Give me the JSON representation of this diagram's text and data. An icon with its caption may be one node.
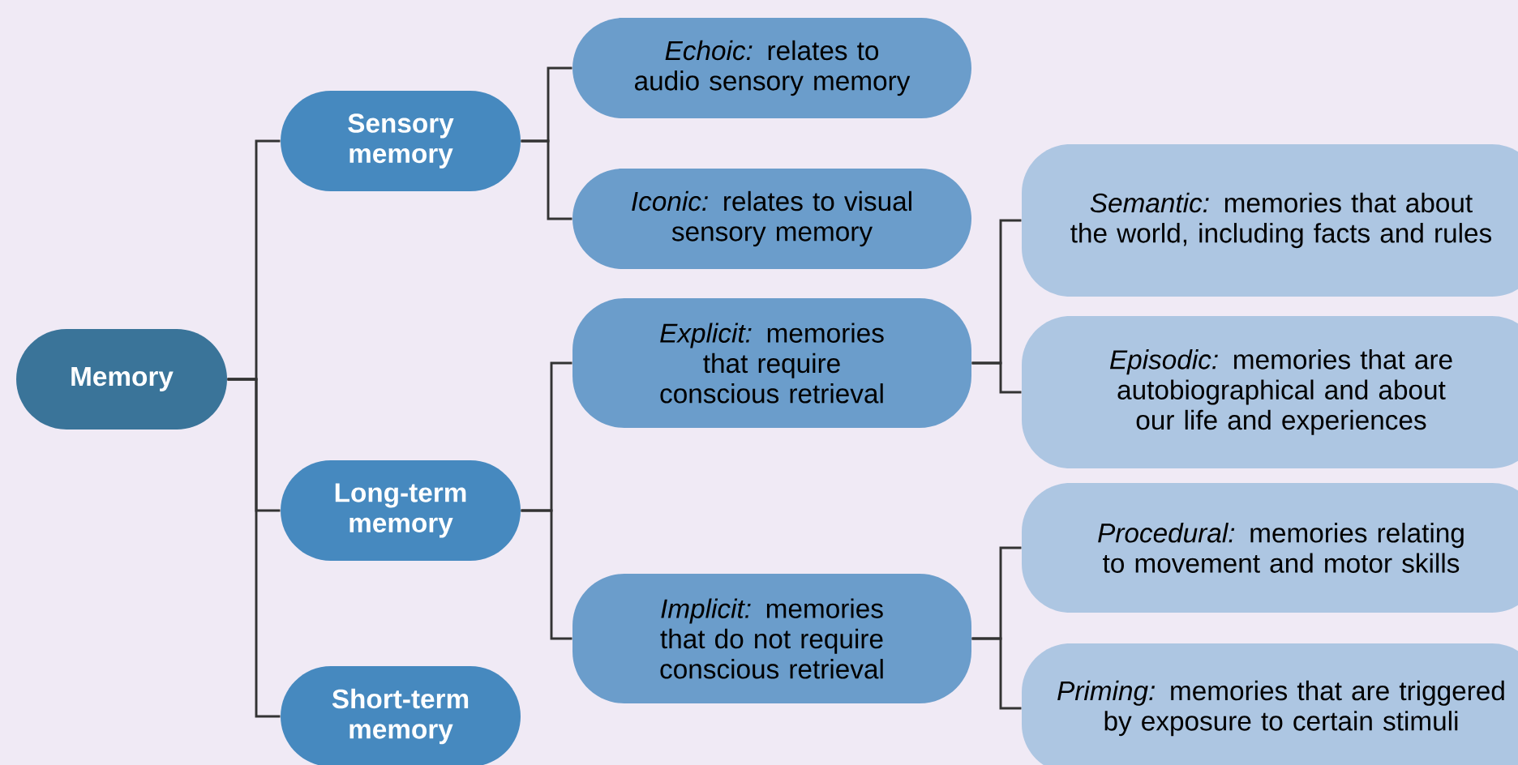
{
  "diagram": {
    "nodes": [
      {
        "text": [
          "Memory"
        ]
      },
      {
        "text": [
          "Sensory memory"
        ]
      },
      {
        "text": [
          "Long-term memory"
        ]
      },
      {
        "text": [
          "Short-term memory"
        ]
      },
      {
        "text": [
          "*Echoic:* relates to audio sensory memory"
        ]
      },
      {
        "text": [
          "*Iconic:* relates to visual sensory memory"
        ]
      },
      {
        "text": [
          "*Explicit:* memories that require conscious retrieval"
        ]
      },
      {
        "text": [
          "*Implicit:* memories that do not require conscious retrieval"
        ]
      },
      {
        "text": [
          "*Semantic:* memories that about the world, including facts and rules"
        ]
      },
      {
        "text": [
          "*Episodic:* memories that are autobiographical and about our life and experiences"
        ]
      },
      {
        "text": [
          "*Procedural:* memories relating to movement and motor skills"
        ]
      },
      {
        "text": [
          "*Priming:* memories that are triggered by exposure to certain stimuli"
        ]
      }
    ],
    "edges": [
      {
        "from": 0,
        "to": 1,
        "arrow": "none"
      },
      {
        "from": 0,
        "to": 2,
        "arrow": "none"
      },
      {
        "from": 0,
        "to": 3,
        "arrow": "none"
      },
      {
        "from": 1,
        "to": 4,
        "arrow": "none"
      },
      {
        "from": 1,
        "to": 5,
        "arrow": "none"
      },
      {
        "from": 2,
        "to": 6,
        "arrow": "none"
      },
      {
        "from": 2,
        "to": 7,
        "arrow": "none"
      },
      {
        "from": 6,
        "to": 8,
        "arrow": "none"
      },
      {
        "from": 6,
        "to": 9,
        "arrow": "none"
      },
      {
        "from": 7,
        "to": 10,
        "arrow": "none"
      },
      {
        "from": 7,
        "to": 11,
        "arrow": "none"
      }
    ]
  }
}
